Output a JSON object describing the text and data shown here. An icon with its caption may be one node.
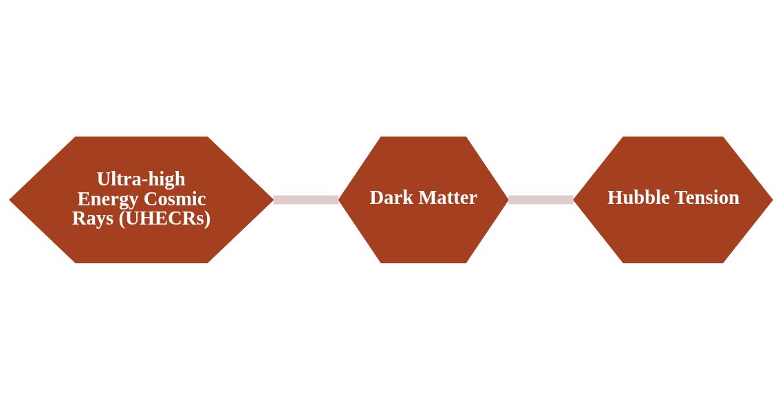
{
  "diagram": {
    "nodes": [
      {
        "text": [
          "Ultra-high Energy Cosmic Rays (UHECRs)"
        ]
      },
      {
        "text": [
          "Dark Matter"
        ]
      },
      {
        "text": [
          "Hubble Tension"
        ]
      }
    ],
    "edges": [
      {
        "from": 0,
        "to": 1,
        "arrow": "none"
      },
      {
        "from": 1,
        "to": 2,
        "arrow": "none"
      }
    ]
  }
}
